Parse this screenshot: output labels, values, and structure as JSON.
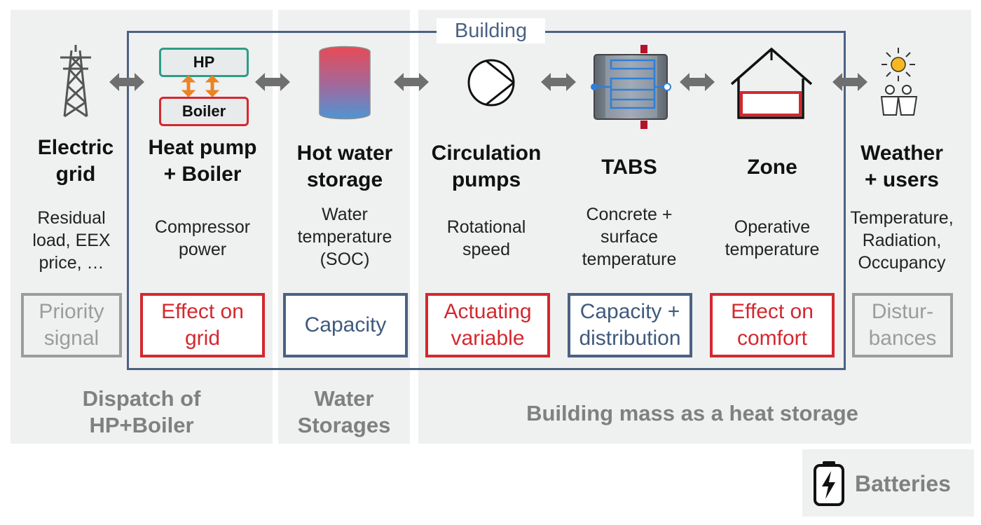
{
  "building_label": "Building",
  "columns": [
    {
      "title": "Electric\ngrid",
      "desc": "Residual\nload, EEX\nprice, …",
      "tag": "Priority\nsignal",
      "icon": "power-tower-icon"
    },
    {
      "title": "Heat pump\n+ Boiler",
      "desc": "Compressor\npower",
      "tag": "Effect on\ngrid",
      "icon": "hp-boiler-icon",
      "hp_label": "HP",
      "boiler_label": "Boiler"
    },
    {
      "title": "Hot water\nstorage",
      "desc": "Water\ntemperature\n(SOC)",
      "tag": "Capacity",
      "icon": "storage-tank-icon"
    },
    {
      "title": "Circulation\npumps",
      "desc": "Rotational\nspeed",
      "tag": "Actuating\nvariable",
      "icon": "pump-icon"
    },
    {
      "title": "TABS",
      "desc": "Concrete +\nsurface\ntemperature",
      "tag": "Capacity +\ndistribution",
      "icon": "tabs-icon"
    },
    {
      "title": "Zone",
      "desc": "Operative\ntemperature",
      "tag": "Effect on\ncomfort",
      "icon": "house-icon"
    },
    {
      "title": "Weather\n+ users",
      "desc": "Temperature,\nRadiation,\nOccupancy",
      "tag": "Distur-\nbances",
      "icon": "sun-users-icon"
    }
  ],
  "sections": [
    "Dispatch of\nHP+Boiler",
    "Water\nStorages",
    "Building mass as a heat storage"
  ],
  "batteries_label": "Batteries",
  "colors": {
    "red": "#d4282f",
    "blue": "#4a6283",
    "grey": "#9c9c9c",
    "orange": "#e98426",
    "panel": "#eff0f0"
  }
}
